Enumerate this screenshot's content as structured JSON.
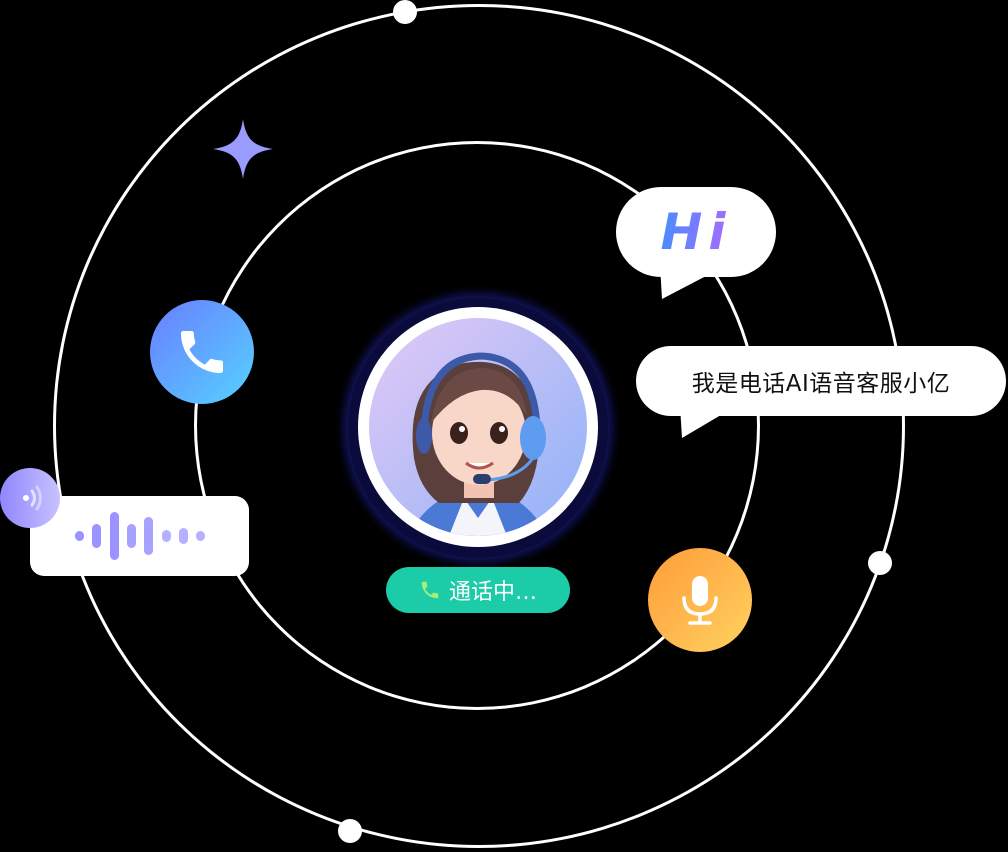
{
  "greeting": {
    "text": "Hi",
    "gradient": [
      "#4a8cff",
      "#a66bff"
    ]
  },
  "intro": {
    "text": "我是电话AI语音客服小亿"
  },
  "status": {
    "label": "通话中…",
    "color": "#1ccba8",
    "icon": "phone-icon",
    "icon_color": "#a6ee7a"
  },
  "avatar": {
    "description": "AI customer service agent avatar with headset",
    "bg_gradient": [
      "#e3c9f5",
      "#8fb2f8"
    ]
  },
  "icons": {
    "phone": {
      "name": "phone-icon",
      "gradient": [
        "#6a7dff",
        "#55d2ff"
      ]
    },
    "mic": {
      "name": "microphone-icon",
      "gradient": [
        "#ff9c3a",
        "#ffd260"
      ]
    },
    "sparkle": {
      "name": "sparkle-icon",
      "color": "#9a9bff"
    },
    "voice": {
      "name": "voice-signal-icon",
      "gradient": [
        "#8f86ff",
        "#c8c2ff"
      ]
    }
  },
  "waveform": {
    "bars": [
      10,
      24,
      48,
      24,
      38,
      12,
      16,
      10
    ],
    "color": "#9b93ff"
  }
}
